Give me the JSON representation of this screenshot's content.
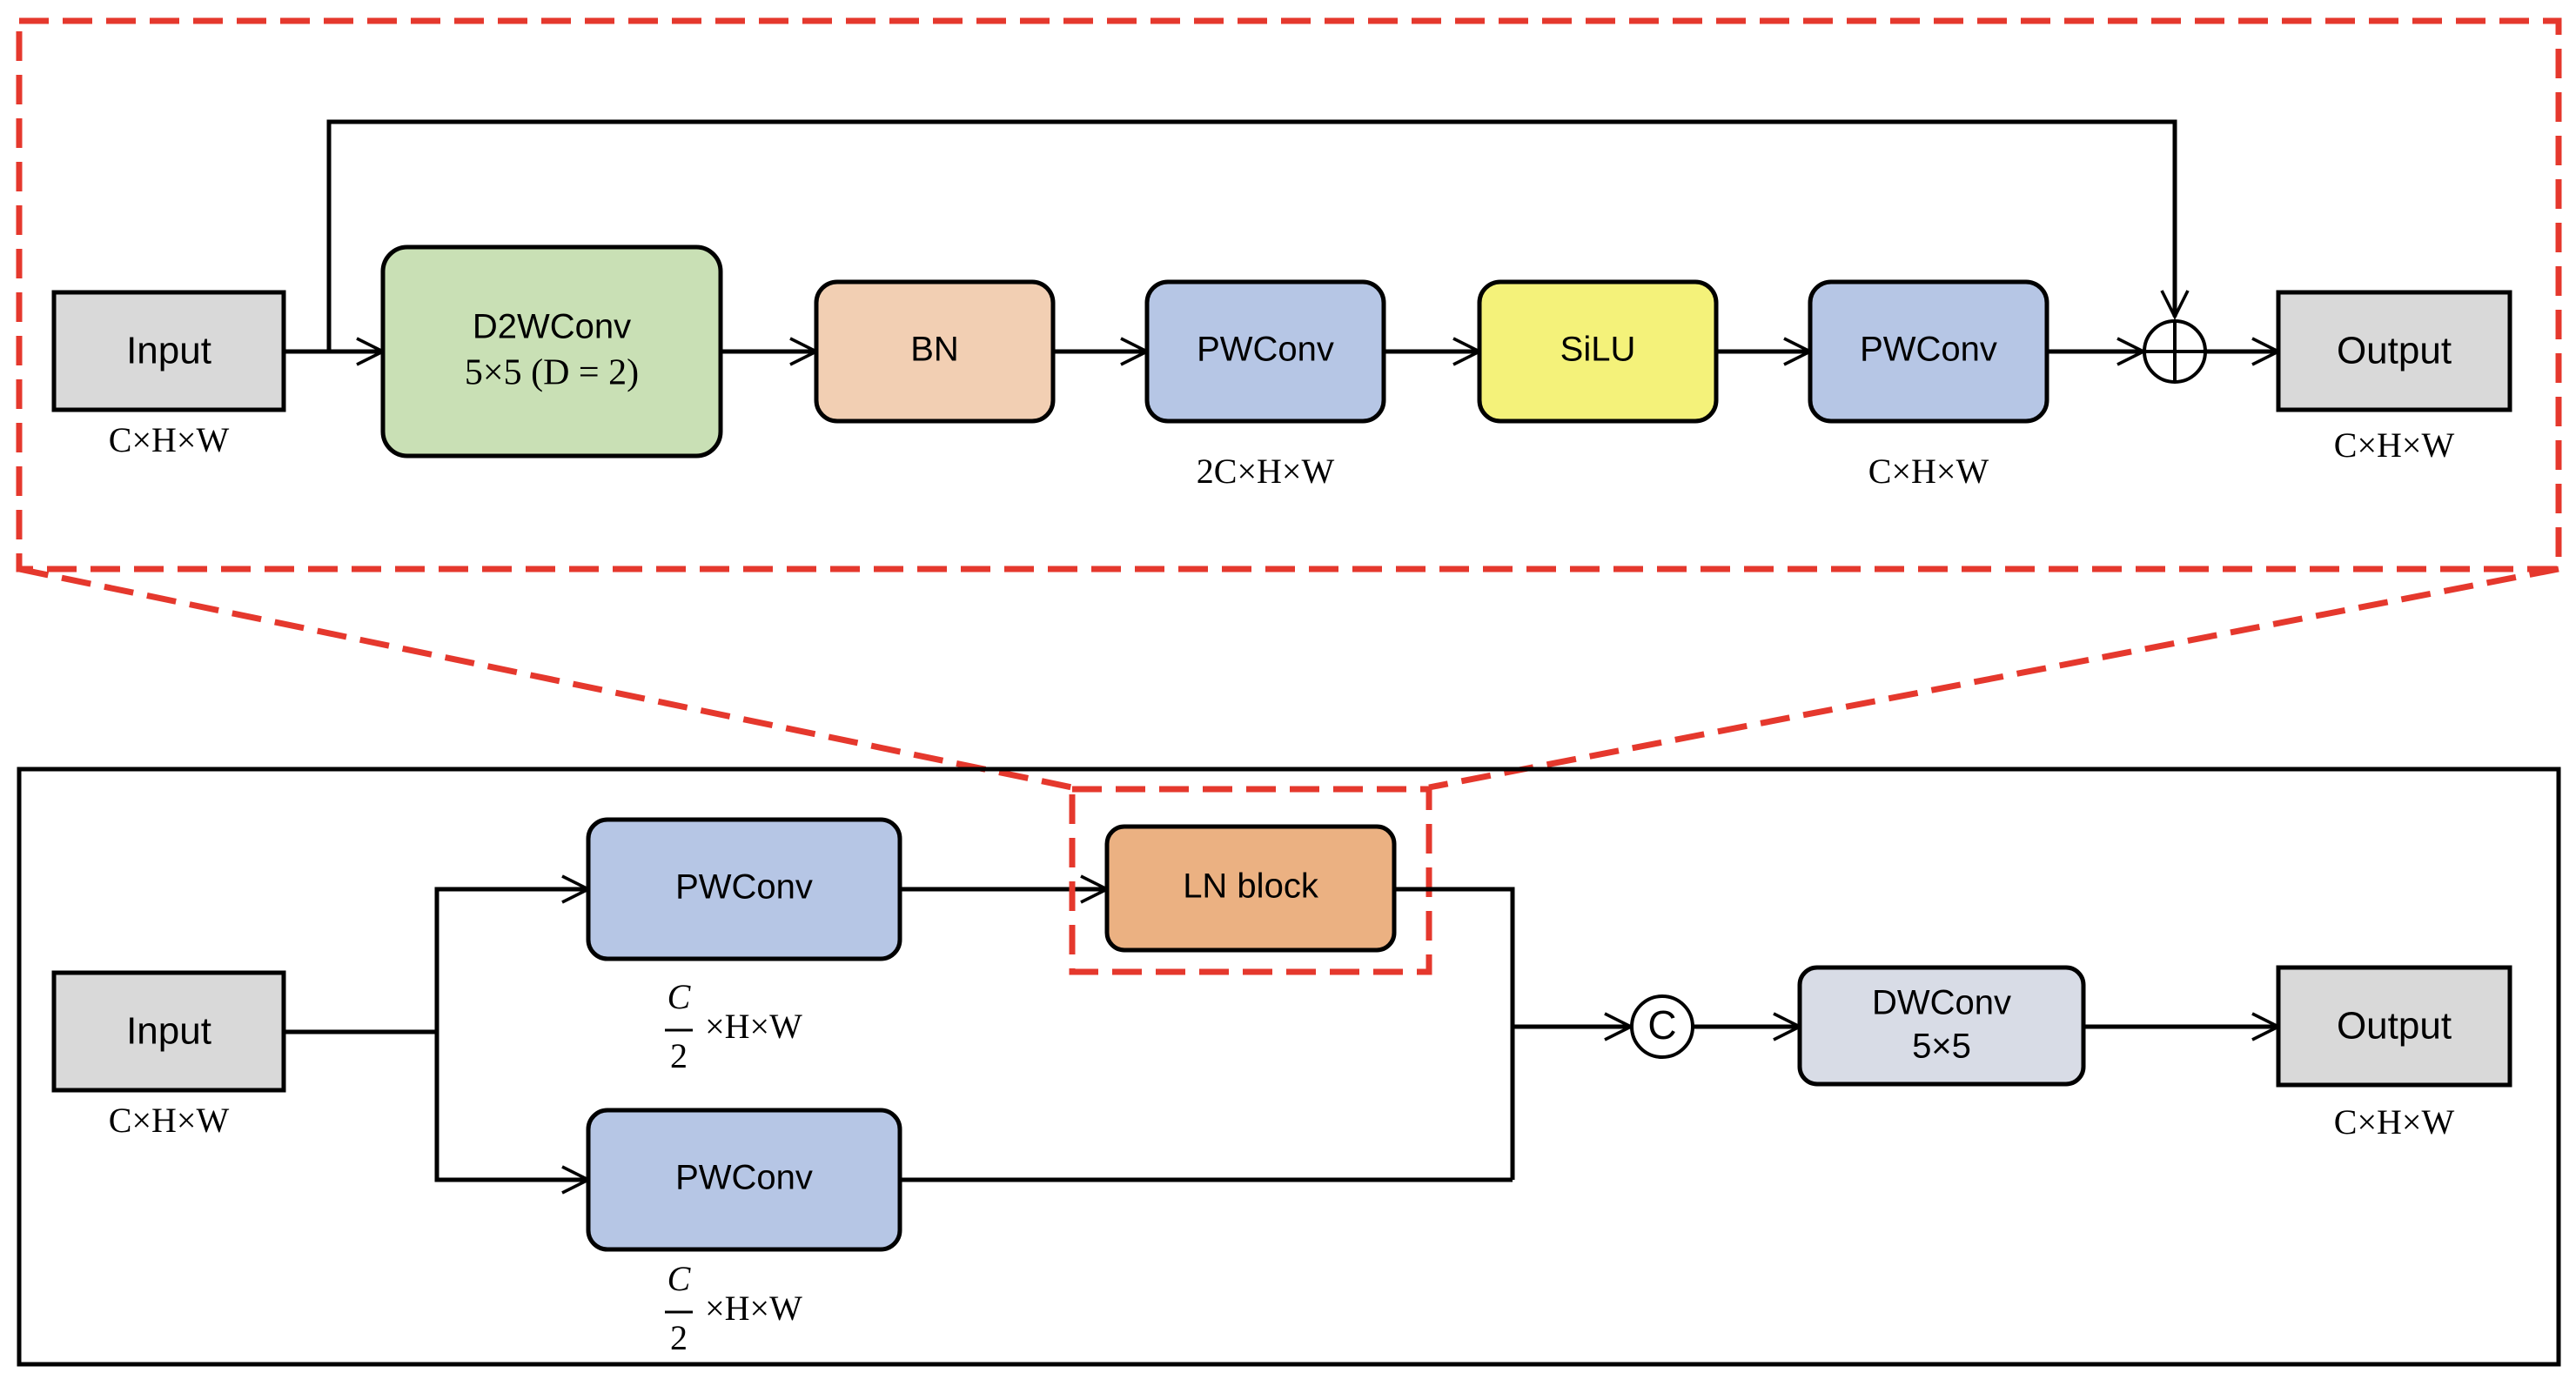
{
  "colors": {
    "gray_box": "#d9d9d9",
    "green_box": "#c9e0b5",
    "peach_box": "#f2cfb3",
    "blue_box": "#b6c6e5",
    "yellow_box": "#f4f27a",
    "orange_box": "#ebb182",
    "light_box": "#d8dce6",
    "dashed_red": "#e5382d"
  },
  "top": {
    "input": "Input",
    "input_dim": "C×H×W",
    "d2wconv": {
      "line1": "D2WConv",
      "line2": "5×5 (D = 2)"
    },
    "bn": "BN",
    "pwconv1": "PWConv",
    "pwconv1_dim": "2C×H×W",
    "silu": "SiLU",
    "pwconv2": "PWConv",
    "pwconv2_dim": "C×H×W",
    "add_symbol": "⊕",
    "output": "Output",
    "output_dim": "C×H×W"
  },
  "bottom": {
    "input": "Input",
    "input_dim": "C×H×W",
    "pwconv_upper": "PWConv",
    "pwconv_upper_dim": {
      "num": "C",
      "den": "2",
      "rest": "×H×W"
    },
    "pwconv_lower": "PWConv",
    "pwconv_lower_dim": {
      "num": "C",
      "den": "2",
      "rest": "×H×W"
    },
    "ln_block": "LN block",
    "concat_symbol": "C",
    "dwconv": {
      "line1": "DWConv",
      "line2": "5×5"
    },
    "output": "Output",
    "output_dim": "C×H×W"
  }
}
